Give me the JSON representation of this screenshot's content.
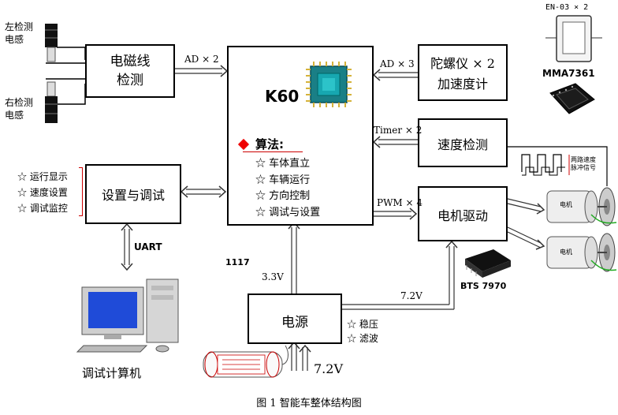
{
  "sensors": {
    "left_label": "左检测\n电感",
    "right_label": "右检测\n电感"
  },
  "em_box": {
    "label": "电磁线\n检测"
  },
  "em_link": "AD × 2",
  "mcu": {
    "chip_name": "K60",
    "algo_title": "算法:",
    "algo_items": [
      "☆  车体直立",
      "☆  车辆运行",
      "☆  方向控制",
      "☆  调试与设置"
    ],
    "reg_label": "1117"
  },
  "gyro": {
    "label": "陀螺仪 × 2\n加速度计",
    "link": "AD × 3",
    "part_top": "EN-03 × 2",
    "part_bottom": "MMA7361"
  },
  "speed": {
    "label": "速度检测",
    "link": "Timer × 2",
    "pulse_note": "两路速度\n脉冲信号"
  },
  "motor": {
    "label": "电机驱动",
    "link": "PWM × 4",
    "chip": "BTS 7970",
    "motor_text": "电机"
  },
  "setup": {
    "label": "设置与调试",
    "items": [
      "☆ 运行显示",
      "☆ 速度设置",
      "☆ 调试监控"
    ],
    "uart": "UART",
    "pc_label": "调试计算机"
  },
  "power": {
    "label": "电源",
    "to_mcu": "3.3V",
    "to_motor": "7.2V",
    "input": "7.2V",
    "features": [
      "☆  稳压",
      "☆  滤波"
    ]
  },
  "caption": "图 1  智能车整体结构图"
}
